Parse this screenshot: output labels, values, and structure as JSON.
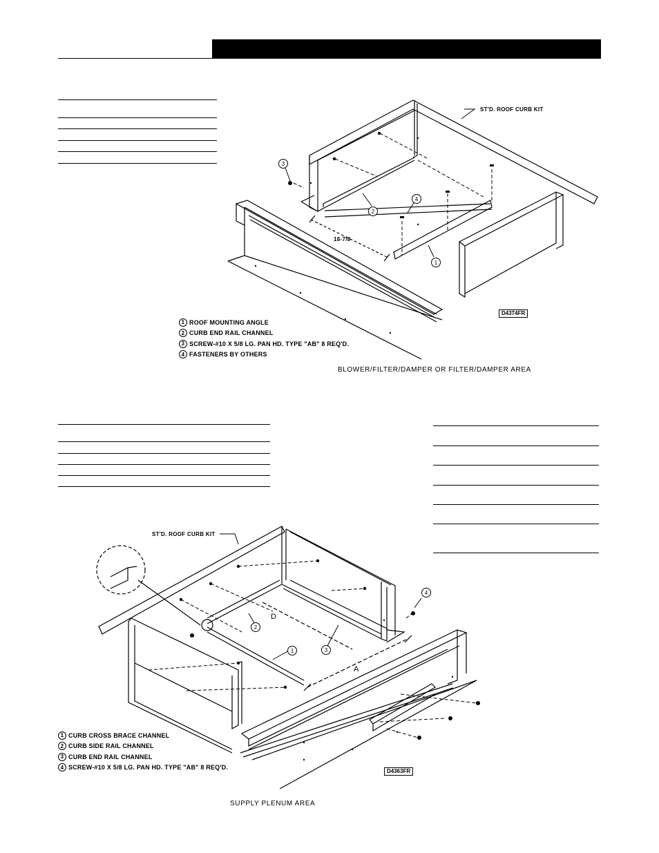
{
  "figure1": {
    "callout": "ST'D. ROOF CURB KIT",
    "dimension": "18-7/8",
    "drawing_code": "D4374FR",
    "caption": "BLOWER/FILTER/DAMPER OR FILTER/DAMPER AREA",
    "legend": [
      {
        "num": "1",
        "text": "ROOF MOUNTING ANGLE"
      },
      {
        "num": "2",
        "text": "CURB END RAIL CHANNEL"
      },
      {
        "num": "3",
        "text": "SCREW-#10 X 5/8 LG. PAN HD. TYPE \"AB\" 8 REQ'D."
      },
      {
        "num": "4",
        "text": "FASTENERS BY OTHERS"
      }
    ],
    "part_numbers": [
      "1",
      "2",
      "3",
      "4"
    ]
  },
  "figure2": {
    "callout": "ST'D. ROOF CURB KIT",
    "dimension_d": "D",
    "dimension_a": "A",
    "drawing_code": "D4363FR",
    "caption": "SUPPLY PLENUM AREA",
    "legend": [
      {
        "num": "1",
        "text": "CURB CROSS BRACE CHANNEL"
      },
      {
        "num": "2",
        "text": "CURB SIDE RAIL CHANNEL"
      },
      {
        "num": "3",
        "text": "CURB END RAIL CHANNEL"
      },
      {
        "num": "4",
        "text": "SCREW-#10 X 5/8 LG. PAN HD. TYPE \"AB\" 8 REQ'D."
      }
    ],
    "part_numbers": [
      "1",
      "2",
      "3",
      "4"
    ]
  }
}
